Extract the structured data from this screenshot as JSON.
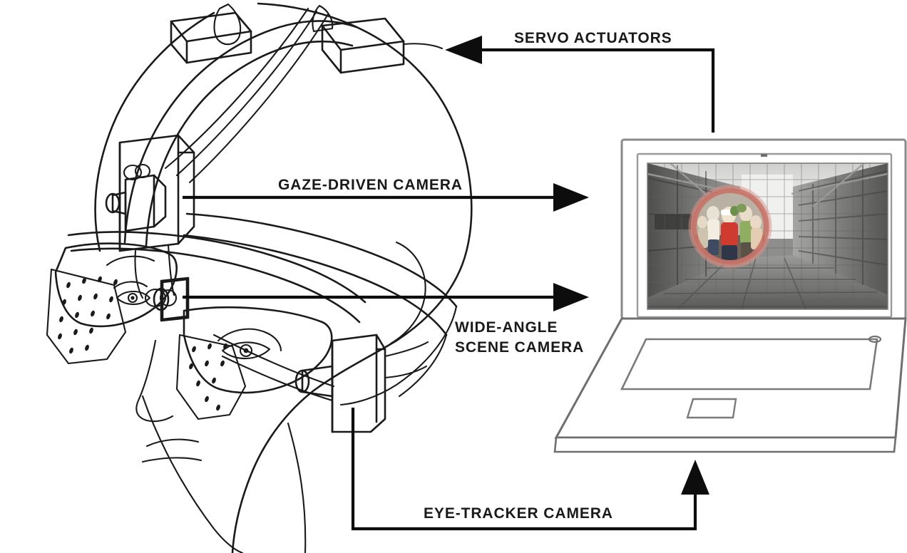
{
  "diagram": {
    "title": "Gaze-driven head-mounted camera system",
    "background_color": "#ffffff",
    "ink_color": "#1a1a1a",
    "labels": {
      "servo_actuators": "SERVO ACTUATORS",
      "gaze_driven_camera": "GAZE-DRIVEN CAMERA",
      "wide_angle_line1": "WIDE-ANGLE",
      "wide_angle_line2": "SCENE CAMERA",
      "eye_tracker_camera": "EYE-TRACKER CAMERA"
    },
    "connections": [
      {
        "name": "servo-actuators-link",
        "label": "SERVO ACTUATORS",
        "direction": "laptop-to-head",
        "arrow": "left"
      },
      {
        "name": "gaze-driven-camera-link",
        "label": "GAZE-DRIVEN CAMERA",
        "direction": "head-to-laptop",
        "arrow": "right"
      },
      {
        "name": "wide-angle-scene-camera-link",
        "label": "WIDE-ANGLE SCENE CAMERA",
        "direction": "head-to-laptop",
        "arrow": "right"
      },
      {
        "name": "eye-tracker-camera-link",
        "label": "EYE-TRACKER CAMERA",
        "direction": "head-to-laptop",
        "arrow": "up"
      }
    ],
    "components": [
      {
        "name": "head-subject",
        "description": "Line drawing of a person's head wearing the apparatus"
      },
      {
        "name": "headband",
        "description": "Curved head strap holding the rig"
      },
      {
        "name": "servo-actuator-box-front",
        "description": "Small actuator box on top of head"
      },
      {
        "name": "servo-actuator-box-rear",
        "description": "Second actuator box on top of head"
      },
      {
        "name": "gaze-driven-camera-module",
        "description": "Pan-tilt camera module mounted on left temple mast"
      },
      {
        "name": "eyeglasses-frame",
        "description": "Goggles/eyeglasses worn by subject"
      },
      {
        "name": "ir-led-array-left",
        "description": "Dotted infra-red LED array on left lens"
      },
      {
        "name": "ir-led-array-right",
        "description": "Dotted infra-red LED array on right lens"
      },
      {
        "name": "wide-angle-scene-camera-module",
        "description": "Scene camera lens at bridge of glasses"
      },
      {
        "name": "eye-tracker-camera-module",
        "description": "Eye-tracker camera box at right temple"
      },
      {
        "name": "laptop",
        "description": "Notebook computer receiving video and driving servos"
      }
    ],
    "laptop": {
      "name": "laptop-computer",
      "screen": {
        "name": "laptop-screen",
        "content_description": "Grayscale wide-angle corridor scene with a circular high-resolution gaze region",
        "gaze_region": {
          "name": "gaze-region-overlay",
          "shape": "circle",
          "ring_color": "#c87468",
          "description": "Red-ringed foveated inset showing people in color"
        },
        "scene_colors": {
          "sky": "#f2f2f0",
          "wall_dark": "#5c5c5c",
          "wall_mid": "#8a8a88",
          "floor": "#6e6e6e",
          "floor_light": "#a9a9a7"
        },
        "bezel_color": "#ffffff",
        "frame_color": "#8c8c8c"
      },
      "base": {
        "name": "laptop-base",
        "keyboard_label": "keyboard-area",
        "trackpad_label": "trackpad",
        "indicator_label": "power-indicator"
      }
    }
  }
}
